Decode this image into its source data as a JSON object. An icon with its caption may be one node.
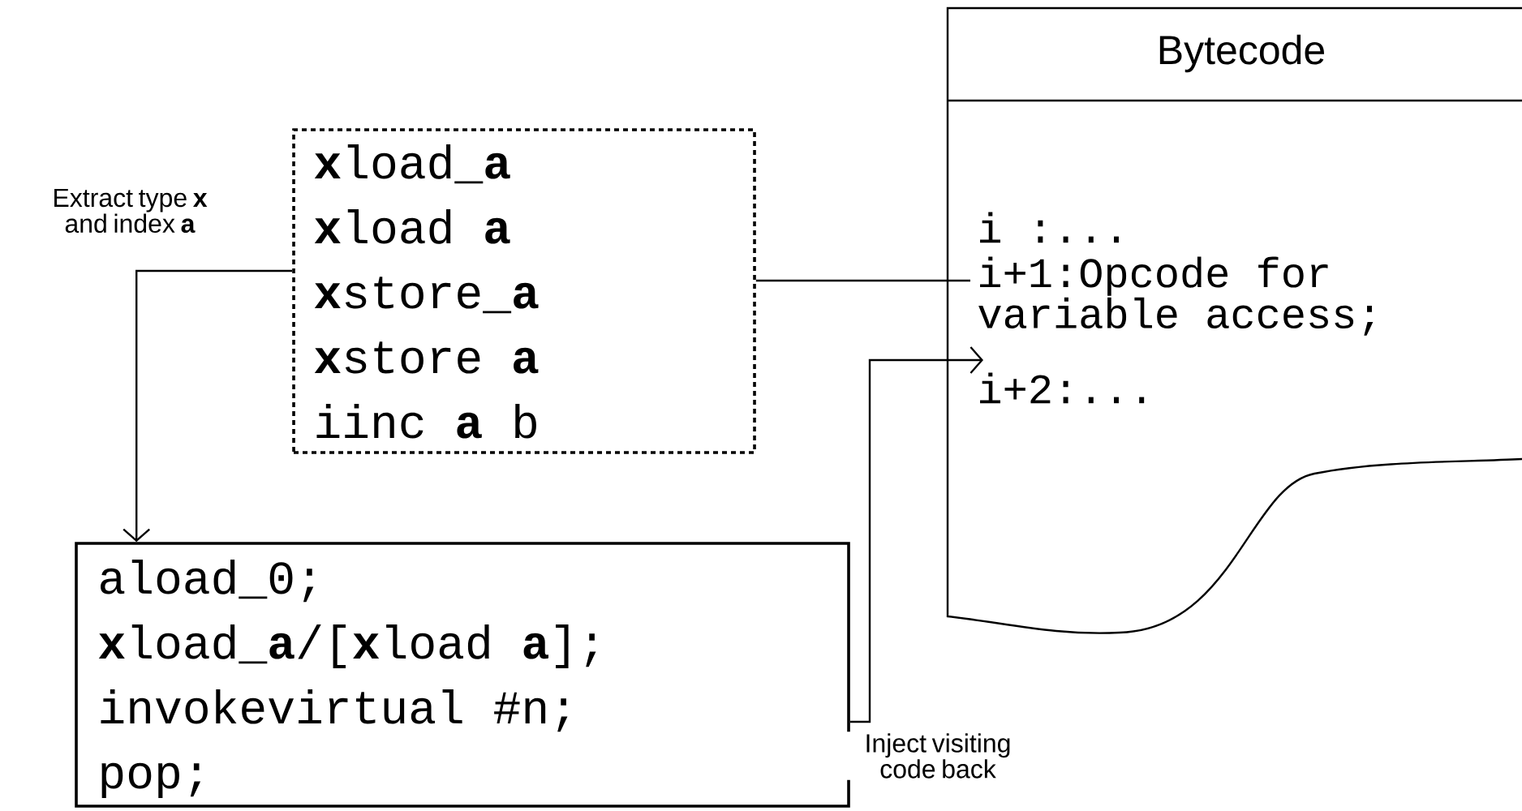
{
  "diagram": {
    "nodes": [
      {
        "text": [
          "**x**load_**a**",
          "**x**load **a**",
          "**x**store_**a**",
          "**x**store **a**",
          "iinc **a** b"
        ]
      },
      {
        "text": [
          "Bytecode",
          "i :...",
          "i+1:Opcode for variable access;",
          "i+2:..."
        ]
      },
      {
        "text": [
          "aload_0;",
          "**x**load_**a**/[**x**load **a**];",
          "invokevirtual #n;",
          "pop;"
        ]
      }
    ],
    "edges": [
      {
        "from": 0,
        "to": 1,
        "arrow": "none"
      },
      {
        "from": 0,
        "to": 2,
        "arrow": "to",
        "label": "Extract type **x** and index **a**"
      },
      {
        "from": 2,
        "to": 1,
        "arrow": "to",
        "label": "Inject visiting code back"
      }
    ]
  }
}
